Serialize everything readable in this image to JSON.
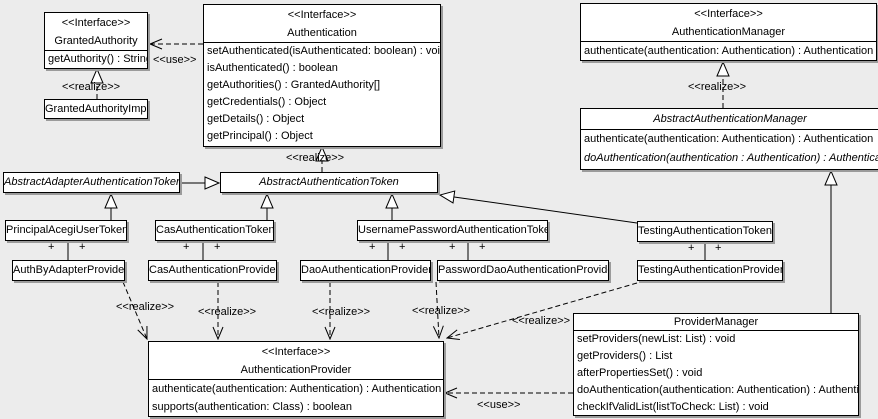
{
  "labels": {
    "use": "<<use>>",
    "realize": "<<realize>>",
    "plus": "+"
  },
  "classes": {
    "granted_authority": {
      "stereotype": "<<Interface>>",
      "name": "GrantedAuthority",
      "operations": [
        "getAuthority() : String"
      ]
    },
    "granted_authority_impl": {
      "name": "GrantedAuthorityImpl"
    },
    "authentication": {
      "stereotype": "<<Interface>>",
      "name": "Authentication",
      "operations": [
        "setAuthenticated(isAuthenticated: boolean) : void",
        "isAuthenticated() : boolean",
        "getAuthorities() : GrantedAuthority[]",
        "getCredentials() : Object",
        "getDetails() : Object",
        "getPrincipal() : Object"
      ]
    },
    "authentication_manager": {
      "stereotype": "<<Interface>>",
      "name": "AuthenticationManager",
      "operations": [
        "authenticate(authentication: Authentication) : Authentication"
      ]
    },
    "abstract_authentication_manager": {
      "name": "AbstractAuthenticationManager",
      "operations": [
        "authenticate(authentication: Authentication) : Authentication",
        "doAuthentication(authentication : Authentication) : Authentication"
      ]
    },
    "abstract_adapter_authentication_token": {
      "name": "AbstractAdapterAuthenticationToken"
    },
    "abstract_authentication_token": {
      "name": "AbstractAuthenticationToken"
    },
    "principal_acegi_user_token": {
      "name": "PrincipalAcegiUserToken"
    },
    "cas_authentication_token": {
      "name": "CasAuthenticationToken"
    },
    "username_password_authentication_token": {
      "name": "UsernamePasswordAuthenticationToken"
    },
    "testing_authentication_token": {
      "name": "TestingAuthenticationToken"
    },
    "auth_by_adapter_provider": {
      "name": "AuthByAdapterProvider"
    },
    "cas_authentication_provider": {
      "name": "CasAuthenticationProvider"
    },
    "dao_authentication_provider": {
      "name": "DaoAuthenticationProvider"
    },
    "password_dao_authentication_provider": {
      "name": "PasswordDaoAuthenticationProvider"
    },
    "testing_authentication_provider": {
      "name": "TestingAuthenticationProvider"
    },
    "authentication_provider": {
      "stereotype": "<<Interface>>",
      "name": "AuthenticationProvider",
      "operations": [
        "authenticate(authentication: Authentication) : Authentication",
        "supports(authentication: Class) : boolean"
      ]
    },
    "provider_manager": {
      "name": "ProviderManager",
      "operations": [
        "setProviders(newList: List) : void",
        "getProviders() : List",
        "afterPropertiesSet() : void",
        "doAuthentication(authentication: Authentication) : Authentication",
        "checkIfValidList(listToCheck: List) : void"
      ]
    }
  },
  "colors": {
    "background": "#ececec",
    "box_fill": "#ffffff",
    "box_border": "#000000",
    "box_shadow": "#9b9b9b",
    "line": "#000000"
  }
}
